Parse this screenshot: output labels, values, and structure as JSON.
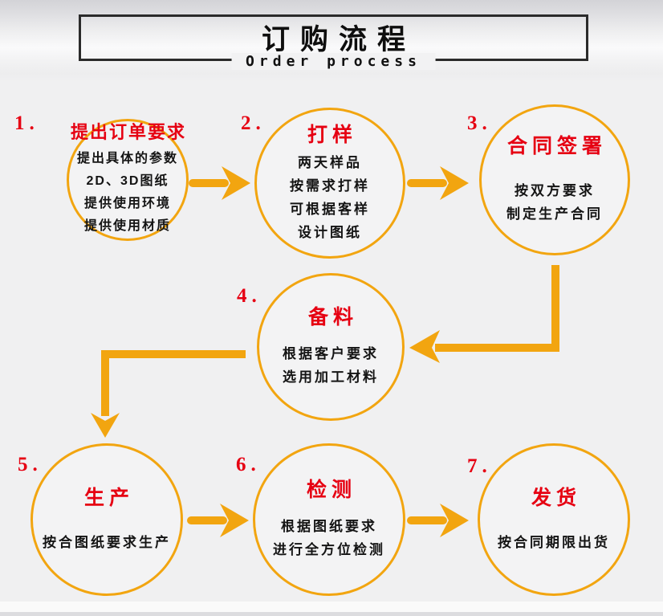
{
  "header": {
    "title": "订购流程",
    "subtitle": "Order process"
  },
  "colors": {
    "accent_orange": "#f2a510",
    "accent_red": "#e60012",
    "border_black": "#2b2b2b",
    "text_black": "#141414",
    "background": "#f0f0f1"
  },
  "steps": [
    {
      "number": "1.",
      "title": "提出订单要求",
      "lines": [
        "提出具体的参数",
        "2D、3D图纸",
        "提供使用环境",
        "提供使用材质"
      ]
    },
    {
      "number": "2.",
      "title": "打样",
      "lines": [
        "两天样品",
        "按需求打样",
        "可根据客样",
        "设计图纸"
      ]
    },
    {
      "number": "3.",
      "title": "合同签署",
      "lines": [
        "按双方要求",
        "制定生产合同"
      ]
    },
    {
      "number": "4.",
      "title": "备料",
      "lines": [
        "根据客户要求",
        "选用加工材料"
      ]
    },
    {
      "number": "5.",
      "title": "生产",
      "lines": [
        "按合图纸要求生产"
      ]
    },
    {
      "number": "6.",
      "title": "检测",
      "lines": [
        "根据图纸要求",
        "进行全方位检测"
      ]
    },
    {
      "number": "7.",
      "title": "发货",
      "lines": [
        "按合同期限出货"
      ]
    }
  ],
  "connectors": [
    {
      "from": 1,
      "to": 2,
      "shape": "straight-right"
    },
    {
      "from": 2,
      "to": 3,
      "shape": "straight-right"
    },
    {
      "from": 3,
      "to": 4,
      "shape": "elbow-down-then-left"
    },
    {
      "from": 4,
      "to": 5,
      "shape": "elbow-left-then-down"
    },
    {
      "from": 5,
      "to": 6,
      "shape": "straight-right"
    },
    {
      "from": 6,
      "to": 7,
      "shape": "straight-right"
    }
  ]
}
